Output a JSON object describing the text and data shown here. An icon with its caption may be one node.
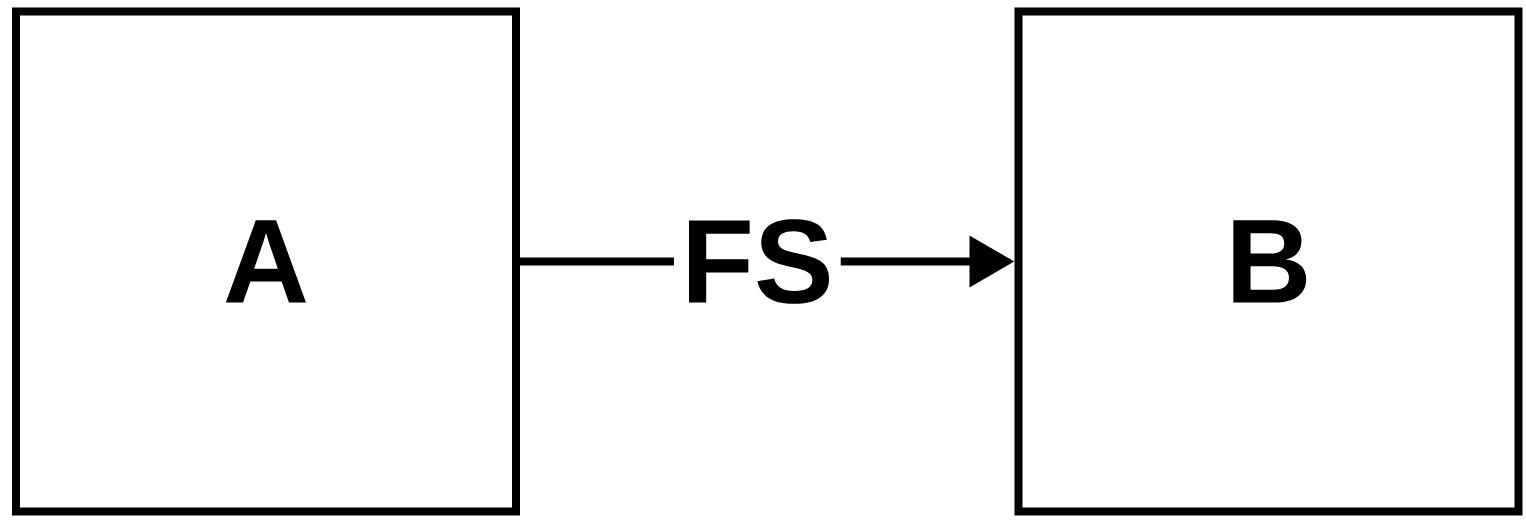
{
  "diagram": {
    "nodes": [
      {
        "text": [
          "A"
        ]
      },
      {
        "text": [
          "B"
        ]
      }
    ],
    "edges": [
      {
        "from": 0,
        "to": 1,
        "arrow": "to",
        "label": "FS"
      }
    ]
  }
}
